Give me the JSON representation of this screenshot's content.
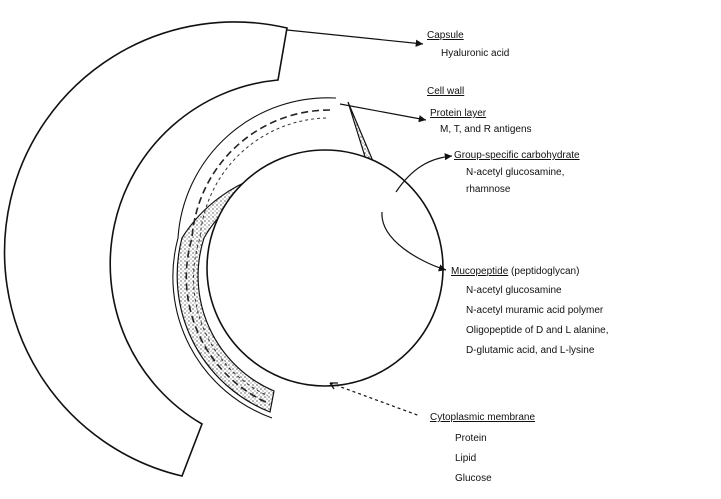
{
  "capsule": {
    "heading": "Capsule",
    "items": [
      "Hyaluronic acid"
    ]
  },
  "cell_wall": {
    "heading": "Cell wall",
    "protein_layer": {
      "heading": "Protein layer",
      "items": [
        "M, T, and R antigens"
      ]
    },
    "carbohydrate": {
      "heading": "Group-specific carbohydrate",
      "items": [
        "N-acetyl glucosamine,",
        "rhamnose"
      ]
    },
    "mucopeptide": {
      "heading": "Mucopeptide",
      "heading_suffix": "(peptidoglycan)",
      "items": [
        "N-acetyl glucosamine",
        "N-acetyl muramic acid polymer",
        "Oligopeptide of D and L alanine,",
        "D-glutamic acid, and L-lysine"
      ]
    }
  },
  "membrane": {
    "heading": "Cytoplasmic membrane",
    "items": [
      "Protein",
      "Lipid",
      "Glucose"
    ]
  }
}
